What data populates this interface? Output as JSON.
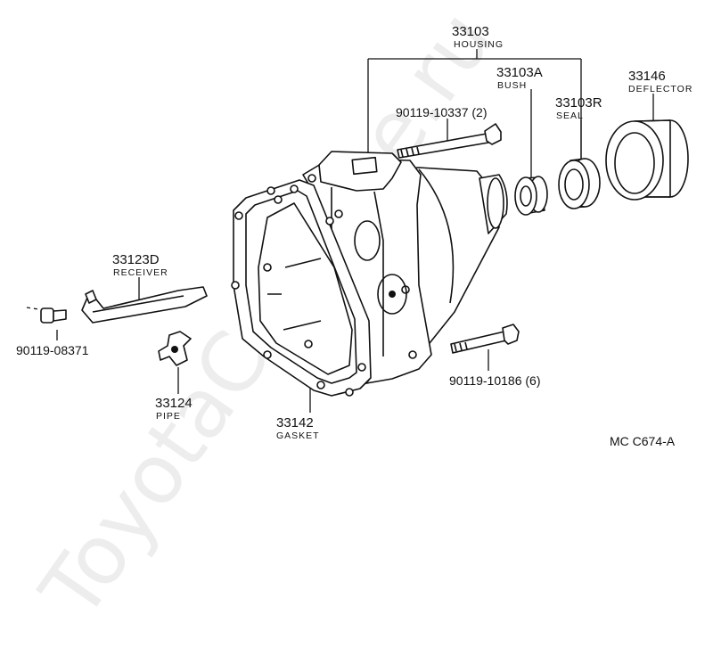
{
  "watermark": "ToyotaCarMine.ru",
  "ref_code": "MC  C674-A",
  "parts": {
    "housing": {
      "number": "33103",
      "name": "HOUSING"
    },
    "bush": {
      "number": "33103A",
      "name": "BUSH"
    },
    "seal": {
      "number": "33103R",
      "name": "SEAL"
    },
    "deflector": {
      "number": "33146",
      "name": "DEFLECTOR"
    },
    "bolt_upper": {
      "number": "90119-10337 (2)"
    },
    "receiver": {
      "number": "33123D",
      "name": "RECEIVER"
    },
    "bolt_receiver": {
      "number": "90119-08371"
    },
    "pipe": {
      "number": "33124",
      "name": "PIPE"
    },
    "gasket": {
      "number": "33142",
      "name": "GASKET"
    },
    "bolt_lower": {
      "number": "90119-10186 (6)"
    }
  }
}
